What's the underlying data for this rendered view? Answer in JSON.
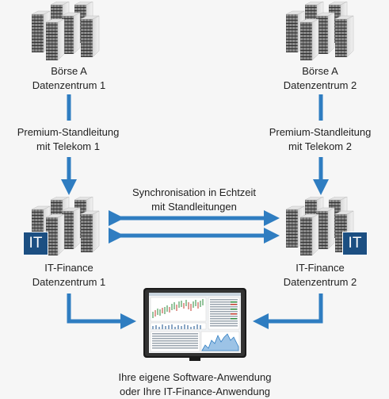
{
  "colors": {
    "arrow": "#2f7dc1",
    "badge": "#1c4f82",
    "background": "#f6f6f6"
  },
  "nodes": {
    "boerse_a_1": {
      "line1": "Börse A",
      "line2": "Datenzentrum 1",
      "icon": "server-rack-icon"
    },
    "boerse_a_2": {
      "line1": "Börse A",
      "line2": "Datenzentrum 2",
      "icon": "server-rack-icon"
    },
    "itf_1": {
      "line1": "IT-Finance",
      "line2": "Datenzentrum 1",
      "icon": "server-rack-icon",
      "badge": "IT"
    },
    "itf_2": {
      "line1": "IT-Finance",
      "line2": "Datenzentrum 2",
      "icon": "server-rack-icon",
      "badge": "IT"
    },
    "client": {
      "line1": "Ihre eigene Software-Anwendung",
      "line2": "oder Ihre IT-Finance-Anwendung",
      "icon": "monitor-icon"
    }
  },
  "edges": {
    "premium_1": {
      "line1": "Premium-Standleitung",
      "line2": "mit Telekom 1"
    },
    "premium_2": {
      "line1": "Premium-Standleitung",
      "line2": "mit Telekom 2"
    },
    "sync": {
      "line1": "Synchronisation in Echtzeit",
      "line2": "mit Standleitungen"
    }
  }
}
